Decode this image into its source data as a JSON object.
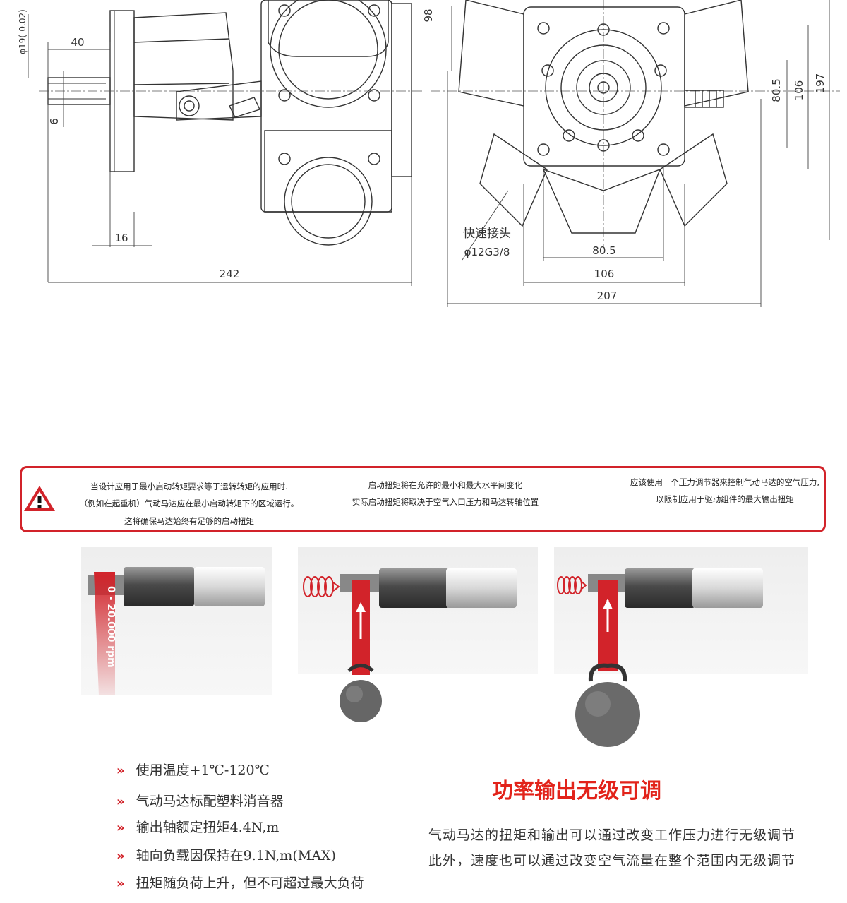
{
  "drawing": {
    "dim_40": "40",
    "dim_16": "16",
    "dim_242": "242",
    "dim_6": "6",
    "dim_phi19": "φ19(-0.02)",
    "dim_98": "98",
    "dim_80_5_v": "80.5",
    "dim_106_v": "106",
    "dim_197": "197",
    "dim_80_5_h": "80.5",
    "dim_106_h": "106",
    "dim_207": "207",
    "quick_connector": "快速接头",
    "connector_size": "φ12G3/8"
  },
  "warning": {
    "col1": [
      "当设计应用于最小启动转矩要求等于运转转矩的应用时.",
      "（例如在起重机）气动马达应在最小启动转矩下的区域运行。",
      "这将确保马达始终有足够的启动扭矩"
    ],
    "col2": [
      "启动扭矩将在允许的最小和最大水平间变化",
      "实际启动扭矩将取决于空气入口压力和马达转轴位置"
    ],
    "col3": [
      "应该使用一个压力调节器来控制气动马达的空气压力,",
      "以限制应用于驱动组件的最大输出扭矩"
    ]
  },
  "illustrations": {
    "speed_label": "0 - 20.000 rpm"
  },
  "features": {
    "marker": "»",
    "items": [
      "使用温度+1℃-120℃",
      "气动马达标配塑料消音器",
      "输出轴额定扭矩4.4N,m",
      "轴向负载因保持在9.1N,m(MAX)",
      "扭矩随负荷上升，但不可超过最大负荷"
    ]
  },
  "power": {
    "title": "功率输出无级可调",
    "lines": [
      "气动马达的扭矩和输出可以通过改变工作压力进行无级调节",
      "此外，速度也可以通过改变空气流量在整个范围内无级调节"
    ]
  },
  "colors": {
    "accent_red": "#d2232a",
    "title_red": "#e2231a"
  }
}
